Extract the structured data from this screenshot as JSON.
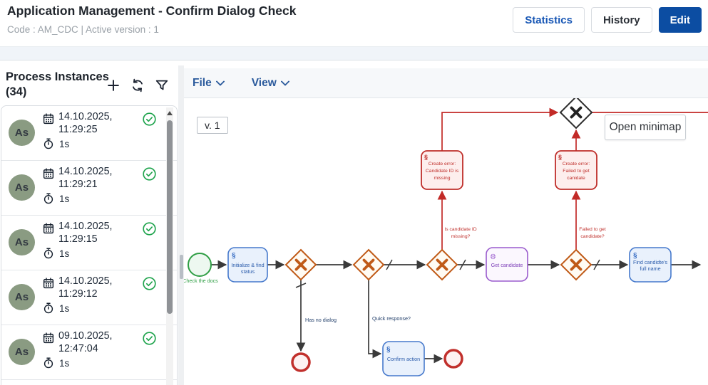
{
  "header": {
    "title": "Application Management - Confirm Dialog Check",
    "subtitle": "Code : AM_CDC | Active version : 1",
    "statistics": "Statistics",
    "history": "History",
    "edit": "Edit"
  },
  "sidebar": {
    "title": "Process Instances (34)",
    "items": [
      {
        "avatar": "As",
        "date": "14.10.2025,",
        "time": "11:29:25",
        "duration": "1s",
        "status": "success"
      },
      {
        "avatar": "As",
        "date": "14.10.2025,",
        "time": "11:29:21",
        "duration": "1s",
        "status": "success"
      },
      {
        "avatar": "As",
        "date": "14.10.2025,",
        "time": "11:29:15",
        "duration": "1s",
        "status": "success"
      },
      {
        "avatar": "As",
        "date": "14.10.2025,",
        "time": "11:29:12",
        "duration": "1s",
        "status": "success"
      },
      {
        "avatar": "As",
        "date": "09.10.2025,",
        "time": "12:47:04",
        "duration": "1s",
        "status": "success"
      }
    ]
  },
  "toolbar": {
    "file": "File",
    "view": "View"
  },
  "canvas": {
    "version": "v. 1",
    "minimap": "Open minimap"
  },
  "diagram": {
    "start_label": "Check the docs",
    "task_init": [
      "Initialize & find",
      "status"
    ],
    "task_get": "Get candidate",
    "task_find": [
      "Find candidte's",
      "full name"
    ],
    "task_confirm": "Confirm action",
    "error_missing": [
      "Create error:",
      "Candidate ID is",
      "missing"
    ],
    "error_failed": [
      "Create error:",
      "Failed to get",
      "canidate"
    ],
    "label_missing": [
      "Is candidate ID",
      "missing?"
    ],
    "label_failed": [
      "Failed to get",
      "candidate?"
    ],
    "label_no_dialog": "Has no dialog",
    "label_quick": "Quick response?",
    "script_icon": "§",
    "gear_icon": "⚙"
  },
  "colors": {
    "accent_blue": "#0c4da2",
    "menu_blue": "#2a5a9c",
    "error_red": "#c22a27",
    "gateway_orange": "#c05a17",
    "task_blue_border": "#4679cc",
    "task_purple_border": "#9a5ccd",
    "start_green": "#2f9e44",
    "success_green": "#1fa44d",
    "avatar_sage": "#8a9b82",
    "band_bg": "#f0f4f9"
  }
}
